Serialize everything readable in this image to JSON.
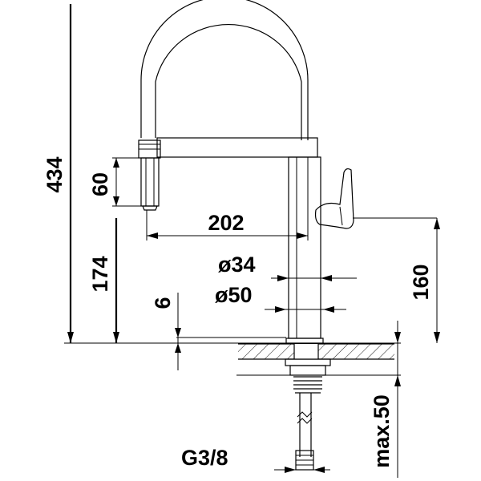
{
  "drawing": {
    "colors": {
      "line": "#000000",
      "background": "#ffffff"
    },
    "dimensions": {
      "overall_height": "434",
      "spray_head_height": "60",
      "spout_reach": "202",
      "spout_base_height": "174",
      "diameter_34": "ø34",
      "diameter_50": "ø50",
      "six": "6",
      "outlet_height": "160",
      "max_worktop": "max.50",
      "thread": "G3/8"
    }
  }
}
